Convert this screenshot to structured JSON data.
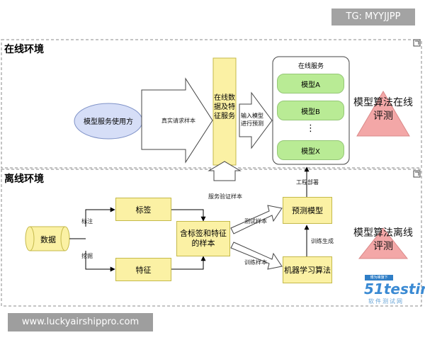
{
  "watermark": {
    "tg": "TG: MYYJJPP",
    "url": "www.luckyairshippro.com"
  },
  "online": {
    "title": "在线环境",
    "client": "模型服务使用方",
    "request_label": "真实请求样本",
    "feature_service": "在线数据及特征服务",
    "input_label": "输入模型进行预测",
    "service_group": {
      "title": "在线服务",
      "models": [
        "模型A",
        "模型B",
        "⋮",
        "模型X"
      ]
    },
    "eval": "模型算法在线评测"
  },
  "offline": {
    "title": "离线环境",
    "data": "数据",
    "label_edge": "标注",
    "mine_edge": "挖掘",
    "label_box": "标签",
    "feature_box": "特征",
    "sample_box": "含标签和特征的样本",
    "service_verify": "服务验证样本",
    "test_sample": "测试样本",
    "train_sample": "训练样本",
    "predict_model": "预测模型",
    "ml_algo": "机器学习算法",
    "train_gen": "训练生成",
    "deploy": "工程部署",
    "eval": "模型算法离线评测"
  },
  "logo": {
    "top": "博为峰旗下",
    "main": "51testing",
    "sub": "软件测试网"
  },
  "colors": {
    "yellow_fill": "#fbf1a4",
    "green_fill": "#b9eb95",
    "blue_fill": "#d6def7",
    "triangle_fill": "#f3a7a7"
  }
}
